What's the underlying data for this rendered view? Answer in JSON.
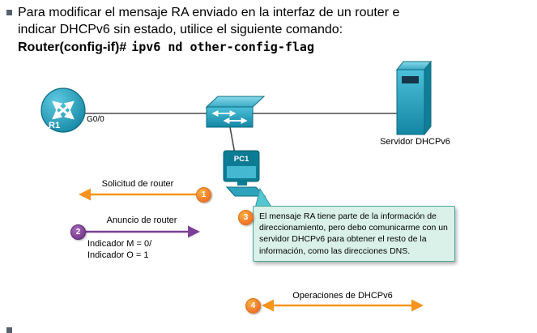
{
  "header": {
    "line1": "Para modificar el mensaje RA enviado en la interfaz de un router e",
    "line2": "indicar DHCPv6 sin estado, utilice el siguiente comando:",
    "command_prompt": "Router(config-if)#",
    "command": "ipv6 nd other-config-flag"
  },
  "diagram": {
    "router": {
      "label": "R1",
      "interface_label": "G0/0"
    },
    "server": {
      "label": "Servidor DHCPv6"
    },
    "pc": {
      "label": "PC1"
    },
    "steps": [
      {
        "num": "1",
        "label": "Solicitud de router"
      },
      {
        "num": "2",
        "label": "Anuncio de router",
        "detail_line1": "Indicador M = 0/",
        "detail_line2": "Indicador O = 1"
      },
      {
        "num": "3",
        "callout_text": "El mensaje RA tiene parte de la información de direccionamiento, pero debo comunicarme con un servidor DHCPv6 para obtener el resto de la información, como las direcciones DNS."
      },
      {
        "num": "4",
        "label": "Operaciones de DHCPv6"
      }
    ]
  },
  "colors": {
    "cisco_teal": "#2BA8C6",
    "teal_dark": "#0B6B80",
    "orange": "#F7941D",
    "purple": "#7D3F98",
    "callout_bg": "#D9F1E9",
    "callout_border": "#4AA896",
    "bullet": "#56616E",
    "text": "#000000"
  },
  "icons": {
    "router": "router-icon",
    "switch": "switch-icon",
    "server": "server-icon",
    "pc": "pc-icon"
  }
}
